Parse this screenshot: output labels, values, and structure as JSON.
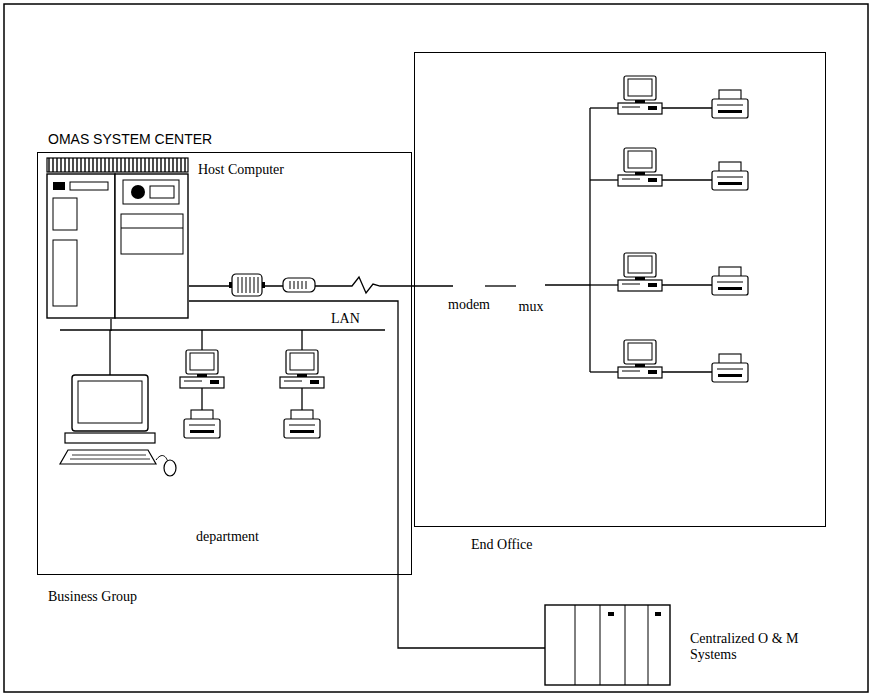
{
  "diagram": {
    "nodes": [
      {
        "text": [
          "OMAS SYSTEM CENTER",
          "Business Group"
        ]
      },
      {
        "text": [
          "Host Computer"
        ],
        "in": 0
      },
      {
        "text": [
          "department"
        ],
        "in": 0
      },
      {
        "text": [
          "End Office"
        ]
      },
      {
        "text": [
          "modem"
        ],
        "in": 3
      },
      {
        "text": [
          "mux"
        ],
        "in": 3
      },
      {
        "text": [
          "Centralized O & M Systems"
        ]
      }
    ],
    "edges": [
      {
        "from": 1,
        "to": 4,
        "arrow": "none"
      },
      {
        "from": 4,
        "to": 5,
        "arrow": "none"
      },
      {
        "from": 1,
        "to": 2,
        "arrow": "none"
      },
      {
        "from": 1,
        "to": 6,
        "arrow": "none"
      }
    ],
    "labels": [
      "LAN"
    ]
  }
}
